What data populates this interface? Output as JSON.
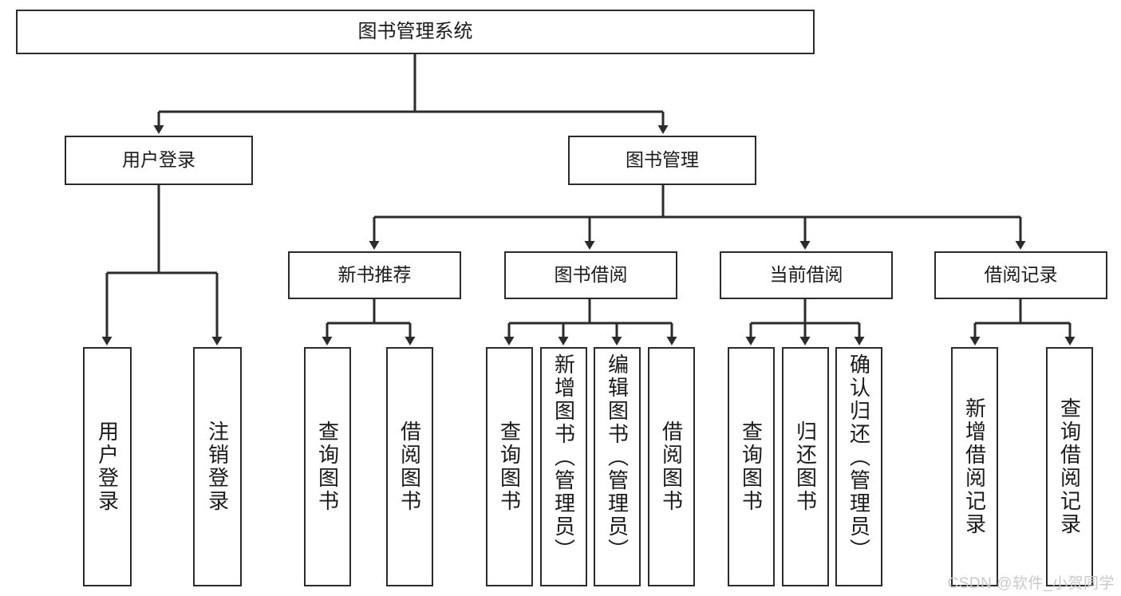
{
  "diagram": {
    "title": "图书管理系统",
    "type": "tree-hierarchy",
    "watermark": "CSDN @软件_小贺同学",
    "colors": {
      "stroke": "#2b2b2b",
      "fill": "#ffffff",
      "text": "#1a1a1a",
      "watermark": "#c9c9c9"
    }
  },
  "nodes": {
    "root": {
      "label": "图书管理系统"
    },
    "level2": [
      {
        "id": "user-login",
        "label": "用户登录"
      },
      {
        "id": "book-management",
        "label": "图书管理"
      }
    ],
    "level3": [
      {
        "id": "new-book-recommend",
        "label": "新书推荐"
      },
      {
        "id": "book-borrow",
        "label": "图书借阅"
      },
      {
        "id": "current-borrow",
        "label": "当前借阅"
      },
      {
        "id": "borrow-record",
        "label": "借阅记录"
      }
    ],
    "leaves": {
      "user-login": [
        {
          "id": "login",
          "label": "用户登录"
        },
        {
          "id": "logout",
          "label": "注销登录"
        }
      ],
      "new-book-recommend": [
        {
          "id": "query-book-1",
          "label": "查询图书"
        },
        {
          "id": "borrow-book-1",
          "label": "借阅图书"
        }
      ],
      "book-borrow": [
        {
          "id": "query-book-2",
          "label": "查询图书"
        },
        {
          "id": "add-book",
          "label": "新增图书（管理员）"
        },
        {
          "id": "edit-book",
          "label": "编辑图书（管理员）"
        },
        {
          "id": "borrow-book-2",
          "label": "借阅图书"
        }
      ],
      "current-borrow": [
        {
          "id": "query-book-3",
          "label": "查询图书"
        },
        {
          "id": "return-book",
          "label": "归还图书"
        },
        {
          "id": "confirm-return",
          "label": "确认归还（管理员）"
        }
      ],
      "borrow-record": [
        {
          "id": "add-record",
          "label": "新增借阅记录"
        },
        {
          "id": "query-record",
          "label": "查询借阅记录"
        }
      ]
    }
  }
}
